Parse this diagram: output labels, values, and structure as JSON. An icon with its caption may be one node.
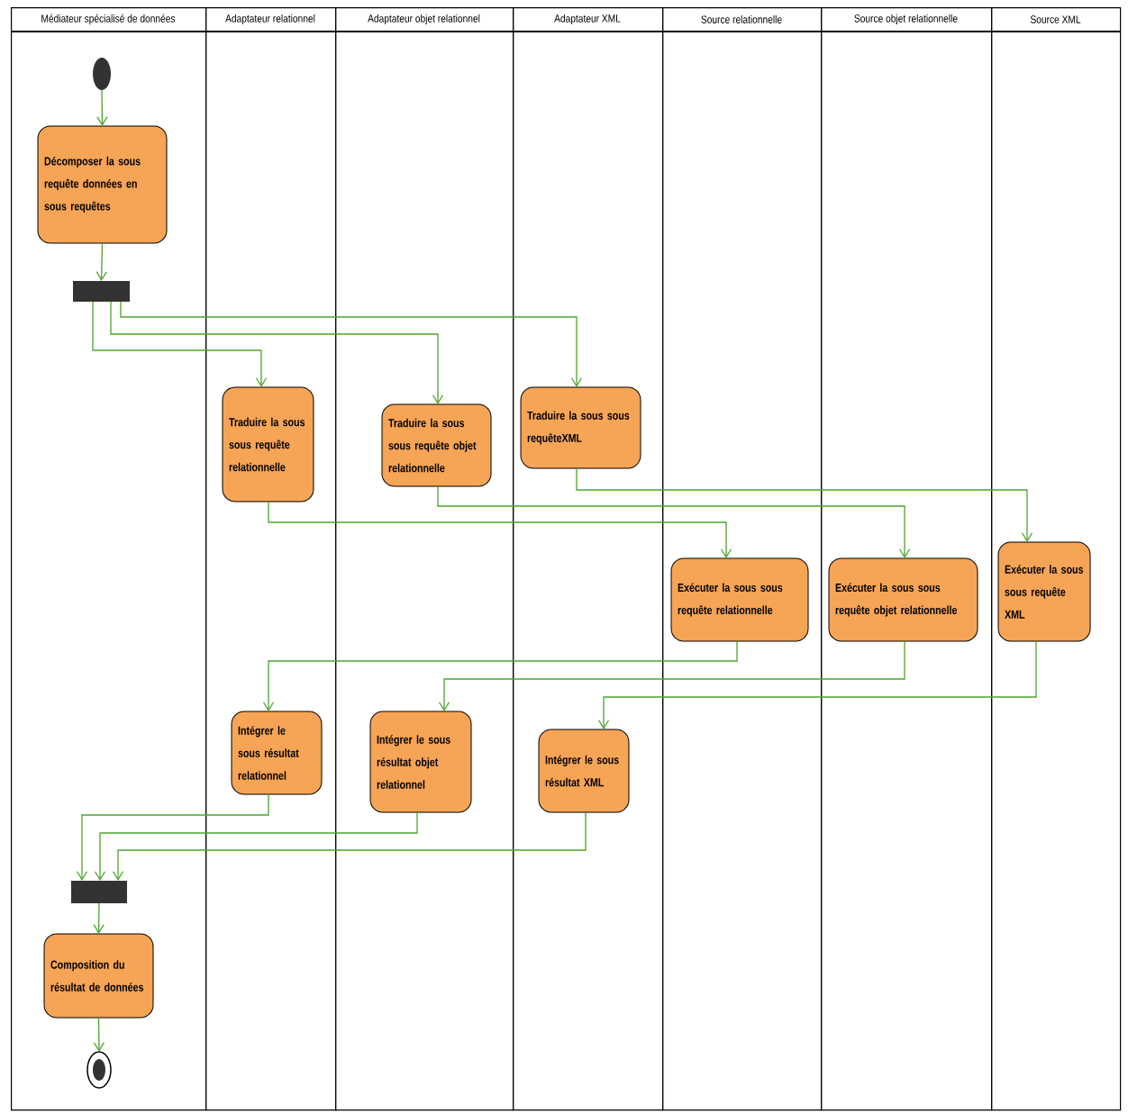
{
  "diagram": {
    "nodes": [
      {
        "text": [
          "Médiateur spécialisé de données"
        ]
      },
      {
        "text": [
          "Adaptateur relationnel"
        ]
      },
      {
        "text": [
          "Adaptateur objet relationnel"
        ]
      },
      {
        "text": [
          "Adaptateur XML"
        ]
      },
      {
        "text": [
          "Source relationnelle"
        ]
      },
      {
        "text": [
          "Source objet relationnelle"
        ]
      },
      {
        "text": [
          "Source XML"
        ]
      },
      {
        "text": [],
        "shape": "circle",
        "in": 0
      },
      {
        "text": [
          "Décomposer la sous requête données en sous requêtes"
        ],
        "in": 0
      },
      {
        "text": [],
        "shape": "bar",
        "in": 0
      },
      {
        "text": [
          "Traduire la sous sous requête relationnelle"
        ],
        "in": 1
      },
      {
        "text": [
          "Traduire la sous sous requête objet relationnelle"
        ],
        "in": 2
      },
      {
        "text": [
          "Traduire la sous sous requêteXML"
        ],
        "in": 3
      },
      {
        "text": [
          "Exécuter la sous sous requête relationnelle"
        ],
        "in": 4
      },
      {
        "text": [
          "Exécuter la sous sous requête objet relationnelle"
        ],
        "in": 5
      },
      {
        "text": [
          "Exécuter la sous sous requête XML"
        ],
        "in": 6
      },
      {
        "text": [
          "Intégrer le sous résultat relationnel"
        ],
        "in": 1
      },
      {
        "text": [
          "Intégrer le sous résultat objet relationnel"
        ],
        "in": 2
      },
      {
        "text": [
          "Intégrer le sous résultat XML"
        ],
        "in": 3
      },
      {
        "text": [],
        "shape": "bar",
        "in": 0
      },
      {
        "text": [
          "Composition du résultat de données"
        ],
        "in": 0
      },
      {
        "text": [],
        "shape": "bullseye",
        "in": 0
      }
    ],
    "edges": [
      {
        "from": 7,
        "to": 8,
        "arrow": "to"
      },
      {
        "from": 8,
        "to": 9,
        "arrow": "to"
      },
      {
        "from": 9,
        "to": 10,
        "arrow": "to"
      },
      {
        "from": 9,
        "to": 11,
        "arrow": "to"
      },
      {
        "from": 9,
        "to": 12,
        "arrow": "to"
      },
      {
        "from": 10,
        "to": 13,
        "arrow": "to"
      },
      {
        "from": 11,
        "to": 14,
        "arrow": "to"
      },
      {
        "from": 12,
        "to": 15,
        "arrow": "to"
      },
      {
        "from": 13,
        "to": 16,
        "arrow": "to"
      },
      {
        "from": 14,
        "to": 17,
        "arrow": "to"
      },
      {
        "from": 15,
        "to": 18,
        "arrow": "to"
      },
      {
        "from": 16,
        "to": 19,
        "arrow": "to"
      },
      {
        "from": 17,
        "to": 19,
        "arrow": "to"
      },
      {
        "from": 18,
        "to": 19,
        "arrow": "to"
      },
      {
        "from": 19,
        "to": 20,
        "arrow": "to"
      },
      {
        "from": 20,
        "to": 21,
        "arrow": "to"
      }
    ]
  }
}
